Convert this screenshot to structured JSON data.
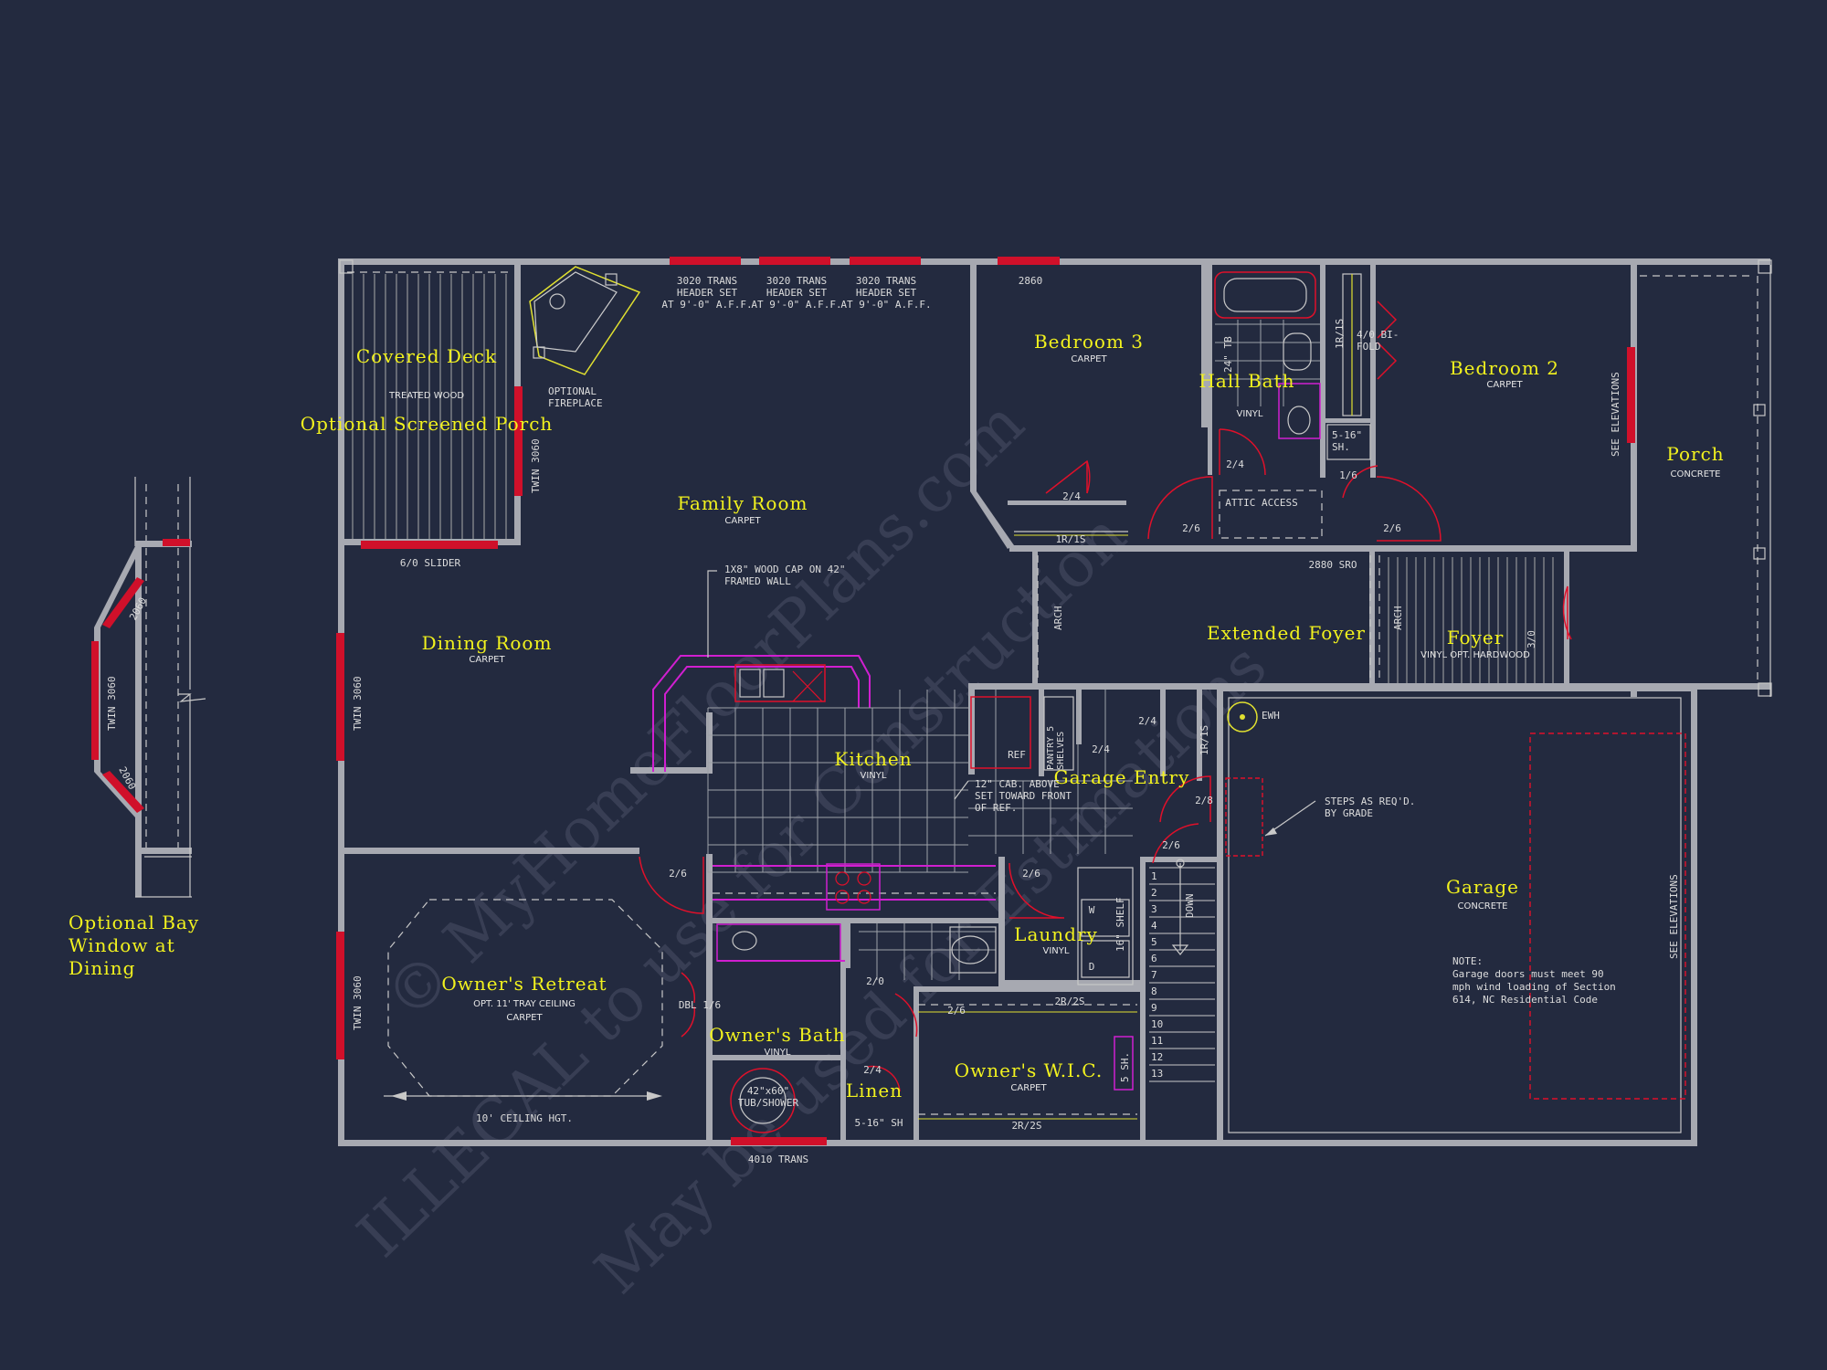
{
  "rooms": {
    "covered_deck": {
      "name": "Covered Deck",
      "material": "TREATED WOOD"
    },
    "screened_porch": "Optional Screened Porch",
    "family_room": {
      "name": "Family Room",
      "material": "CARPET"
    },
    "bedroom3": {
      "name": "Bedroom 3",
      "material": "CARPET"
    },
    "hall_bath": {
      "name": "Hall Bath",
      "material": "VINYL"
    },
    "bedroom2": {
      "name": "Bedroom 2",
      "material": "CARPET"
    },
    "porch": {
      "name": "Porch",
      "material": "CONCRETE"
    },
    "dining_room": {
      "name": "Dining Room",
      "material": "CARPET"
    },
    "extended_foyer": "Extended Foyer",
    "foyer": {
      "name": "Foyer",
      "material": "VINYL OPT. HARDWOOD"
    },
    "kitchen": {
      "name": "Kitchen",
      "material": "VINYL"
    },
    "garage_entry": "Garage Entry",
    "garage": {
      "name": "Garage",
      "material": "CONCRETE"
    },
    "owners_retreat": {
      "name": "Owner's Retreat",
      "note": "OPT. 11' TRAY CEILING",
      "material": "CARPET"
    },
    "owners_bath": {
      "name": "Owner's Bath",
      "material": "VINYL"
    },
    "laundry": {
      "name": "Laundry",
      "material": "VINYL"
    },
    "owners_wic": {
      "name": "Owner's W.I.C.",
      "material": "CARPET"
    },
    "linen": "Linen"
  },
  "bay_window": {
    "title": "Optional Bay Window at Dining",
    "w1": "2060",
    "w2": "TWIN 3060",
    "w3": "2060"
  },
  "notes": {
    "trans1": "3020 TRANS",
    "trans2": "3020 TRANS",
    "trans3": "3020 TRANS",
    "header_set": "HEADER SET",
    "aff": "AT 9'-0\" A.F.F.",
    "win2860": "2860",
    "optional_fireplace": "OPTIONAL FIREPLACE",
    "twin3060_deck": "TWIN 3060",
    "slider": "6/0 SLIDER",
    "twin3060_dining": "TWIN 3060",
    "twin3060_owner": "TWIN 3060",
    "wood_cap": "1X8\" WOOD CAP ON 42\" FRAMED WALL",
    "tb": "24\" TB",
    "ls_1r": "1R/1S",
    "bifold": "4/0 BI-FOLD",
    "sh_5_16": "5-16\" SH.",
    "d24_bed3": "2/4",
    "d24_bath": "2/4",
    "d16": "1/6",
    "attic": "ATTIC ACCESS",
    "d26_bed3": "2/6",
    "d26_bed2": "2/6",
    "ls_bed3": "1R/1S",
    "sro": "2880 SRO",
    "see_elev_porch": "SEE ELEVATIONS",
    "arch1": "ARCH",
    "arch2": "ARCH",
    "d30": "3/0",
    "ref": "REF",
    "pantry": "PANTRY 5 SHELVES",
    "d24_pantry": "2/4",
    "d24_ge": "2/4",
    "ls_ge": "1R/1S",
    "ewh": "EWH",
    "cab_note": "12\" CAB. ABOVE SET TOWARD FRONT OF REF.",
    "d28": "2/8",
    "d26_ge": "2/6",
    "steps": "STEPS AS REQ'D. BY GRADE",
    "d26_owner": "2/6",
    "d26_laundry": "2/6",
    "w": "W",
    "d": "D",
    "shelf": "16\" SHELF",
    "down": "DOWN",
    "dbl16": "DBL 1/6",
    "d20": "2/0",
    "d26_wic": "2/6",
    "rs_top": "2R/2S",
    "rs_bot": "2R/2S",
    "d24_linen": "2/4",
    "linen_sh": "5-16\" SH",
    "tub": "42\"x60\" TUB/SHOWER",
    "ceiling": "10' CEILING HGT.",
    "trans4010": "4010 TRANS",
    "sh5": "5 SH.",
    "garage_note1": "NOTE:",
    "garage_note2": "Garage doors must meet 90",
    "garage_note3": "mph wind loading of Section",
    "garage_note4": "614, NC Residential Code",
    "see_elev_garage": "SEE ELEVATIONS"
  },
  "stairs": [
    "1",
    "2",
    "3",
    "4",
    "5",
    "6",
    "7",
    "8",
    "9",
    "10",
    "11",
    "12",
    "13"
  ],
  "watermark": {
    "line1": "© MyHomeFloorPlans.com",
    "line2": "ILLEGAL to use for Construction",
    "line3": "May be used for Estimations"
  },
  "colors": {
    "background": "#232a3f",
    "wall": "#a7a9b1",
    "label": "#f2f21e",
    "window": "#d0102a",
    "cabinet": "#d01fd0"
  }
}
